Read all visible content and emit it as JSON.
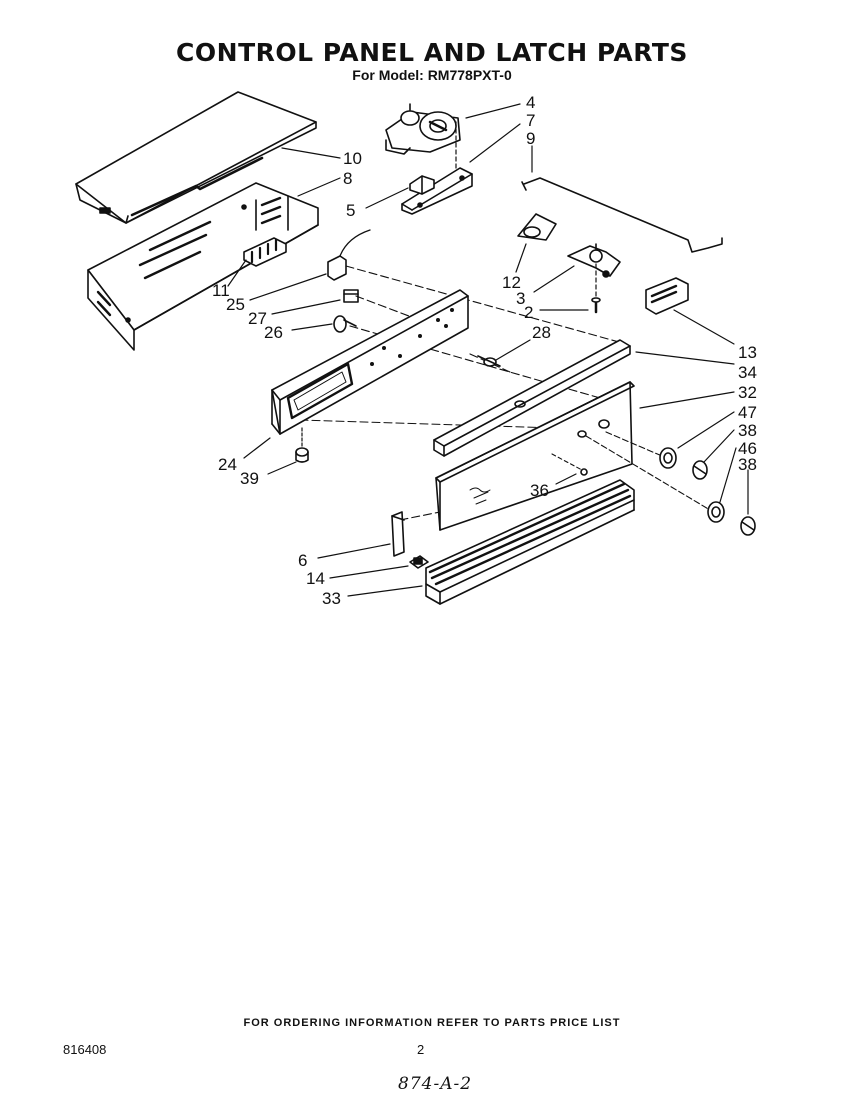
{
  "header": {
    "title": "CONTROL PANEL AND LATCH PARTS",
    "subtitle": "For Model: RM778PXT-0"
  },
  "callouts": [
    "4",
    "7",
    "9",
    "10",
    "8",
    "5",
    "11",
    "25",
    "27",
    "26",
    "12",
    "3",
    "2",
    "28",
    "13",
    "34",
    "32",
    "47",
    "38",
    "46",
    "38",
    "24",
    "39",
    "36",
    "6",
    "14",
    "33"
  ],
  "footer": {
    "note": "FOR ORDERING INFORMATION REFER TO PARTS PRICE LIST",
    "doc_number": "816408",
    "page_number": "2",
    "handwritten": "874-A-2"
  }
}
